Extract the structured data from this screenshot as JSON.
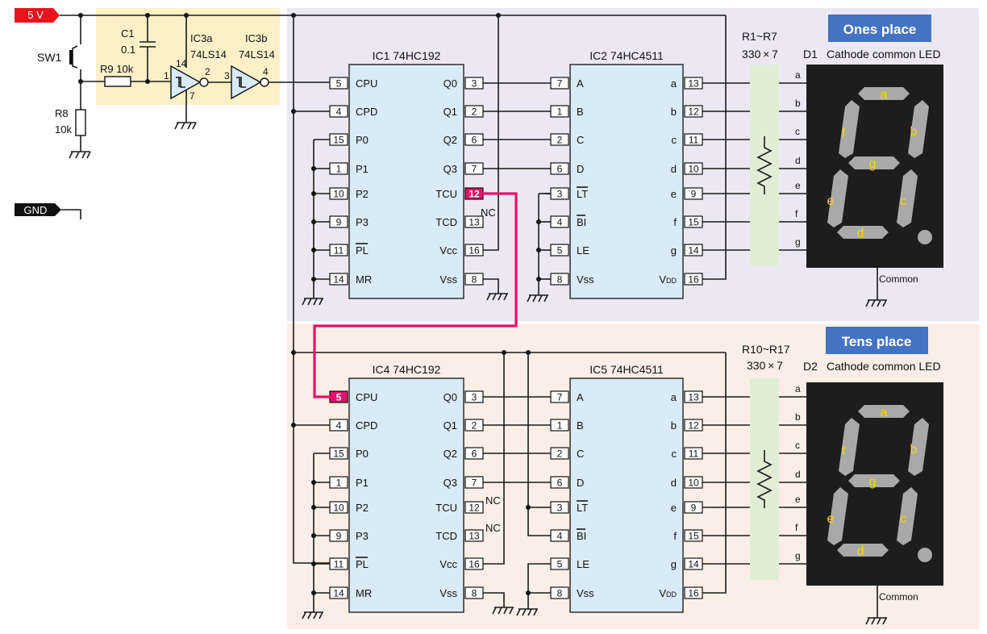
{
  "power": {
    "vcc_label": "5 V",
    "gnd_label": "GND"
  },
  "input_section": {
    "sw": "SW1",
    "c1_name": "C1",
    "c1_value": "0.1",
    "r9": "R9 10k",
    "r8_name": "R8",
    "r8_value": "10k",
    "ic3a_name": "IC3a",
    "ic3a_part": "74LS14",
    "ic3b_name": "IC3b",
    "ic3b_part": "74LS14",
    "pin_14": "14",
    "pin_1": "1",
    "pin_2": "2",
    "pin_7": "7",
    "pin_3": "3",
    "pin_4": "4"
  },
  "ones": {
    "title": "Ones place",
    "counter": {
      "title": "IC1 74HC192",
      "left": [
        {
          "num": "5",
          "name": "CPU"
        },
        {
          "num": "4",
          "name": "CPD"
        },
        {
          "num": "15",
          "name": "P0"
        },
        {
          "num": "1",
          "name": "P1"
        },
        {
          "num": "10",
          "name": "P2"
        },
        {
          "num": "9",
          "name": "P3"
        },
        {
          "num": "11",
          "name": "PL"
        },
        {
          "num": "14",
          "name": "MR"
        }
      ],
      "right": [
        {
          "num": "3",
          "name": "Q0"
        },
        {
          "num": "2",
          "name": "Q1"
        },
        {
          "num": "6",
          "name": "Q2"
        },
        {
          "num": "7",
          "name": "Q3"
        },
        {
          "num": "12",
          "name": "TCU"
        },
        {
          "num": "13",
          "name": "TCD"
        },
        {
          "num": "16",
          "name": "Vcc"
        },
        {
          "num": "8",
          "name": "Vss"
        }
      ]
    },
    "nc": "NC",
    "decoder": {
      "title": "IC2 74HC4511",
      "left": [
        {
          "num": "7",
          "name": "A"
        },
        {
          "num": "1",
          "name": "B"
        },
        {
          "num": "2",
          "name": "C"
        },
        {
          "num": "6",
          "name": "D"
        },
        {
          "num": "3",
          "name": "LT"
        },
        {
          "num": "4",
          "name": "BI"
        },
        {
          "num": "5",
          "name": "LE"
        },
        {
          "num": "8",
          "name": "Vss"
        }
      ],
      "right": [
        {
          "num": "13",
          "name": "a"
        },
        {
          "num": "12",
          "name": "b"
        },
        {
          "num": "11",
          "name": "c"
        },
        {
          "num": "10",
          "name": "d"
        },
        {
          "num": "9",
          "name": "e"
        },
        {
          "num": "15",
          "name": "f"
        },
        {
          "num": "14",
          "name": "g"
        },
        {
          "num": "16",
          "name": "VDD"
        }
      ]
    },
    "resistors": {
      "name": "R1~R7",
      "value": "330 × 7"
    },
    "display": {
      "name": "D1",
      "desc": "Cathode common LED",
      "common": "Common"
    },
    "seg_lines": [
      "a",
      "b",
      "c",
      "d",
      "e",
      "f",
      "g"
    ]
  },
  "tens": {
    "title": "Tens place",
    "counter": {
      "title": "IC4 74HC192",
      "left": [
        {
          "num": "5",
          "name": "CPU"
        },
        {
          "num": "4",
          "name": "CPD"
        },
        {
          "num": "15",
          "name": "P0"
        },
        {
          "num": "1",
          "name": "P1"
        },
        {
          "num": "10",
          "name": "P2"
        },
        {
          "num": "9",
          "name": "P3"
        },
        {
          "num": "11",
          "name": "PL"
        },
        {
          "num": "14",
          "name": "MR"
        }
      ],
      "right": [
        {
          "num": "3",
          "name": "Q0"
        },
        {
          "num": "2",
          "name": "Q1"
        },
        {
          "num": "6",
          "name": "Q2"
        },
        {
          "num": "7",
          "name": "Q3"
        },
        {
          "num": "12",
          "name": "TCU"
        },
        {
          "num": "13",
          "name": "TCD"
        },
        {
          "num": "16",
          "name": "Vcc"
        },
        {
          "num": "8",
          "name": "Vss"
        }
      ]
    },
    "nc": "NC",
    "decoder": {
      "title": "IC5 74HC4511",
      "left": [
        {
          "num": "7",
          "name": "A"
        },
        {
          "num": "1",
          "name": "B"
        },
        {
          "num": "2",
          "name": "C"
        },
        {
          "num": "6",
          "name": "D"
        },
        {
          "num": "3",
          "name": "LT"
        },
        {
          "num": "4",
          "name": "BI"
        },
        {
          "num": "5",
          "name": "LE"
        },
        {
          "num": "8",
          "name": "Vss"
        }
      ],
      "right": [
        {
          "num": "13",
          "name": "a"
        },
        {
          "num": "12",
          "name": "b"
        },
        {
          "num": "11",
          "name": "c"
        },
        {
          "num": "10",
          "name": "d"
        },
        {
          "num": "9",
          "name": "e"
        },
        {
          "num": "15",
          "name": "f"
        },
        {
          "num": "14",
          "name": "g"
        },
        {
          "num": "16",
          "name": "VDD"
        }
      ]
    },
    "resistors": {
      "name": "R10~R17",
      "value": "330 × 7"
    },
    "display": {
      "name": "D2",
      "desc": "Cathode common LED",
      "common": "Common"
    },
    "seg_lines": [
      "a",
      "b",
      "c",
      "d",
      "e",
      "f",
      "g"
    ]
  },
  "segments": [
    "a",
    "b",
    "c",
    "d",
    "e",
    "f",
    "g"
  ],
  "colors": {
    "ones_bg": "#ece8f3",
    "tens_bg": "#fbeee6",
    "input_bg": "#fcf0c8",
    "chip": "#d9ebf7",
    "resistor_array": "#e0eed6",
    "carry_wire": "#e8106a",
    "vcc_tag": "#e8141e",
    "title_box": "#4473c4",
    "segment": "#a9a9a9",
    "segment_text": "#ffd400"
  }
}
